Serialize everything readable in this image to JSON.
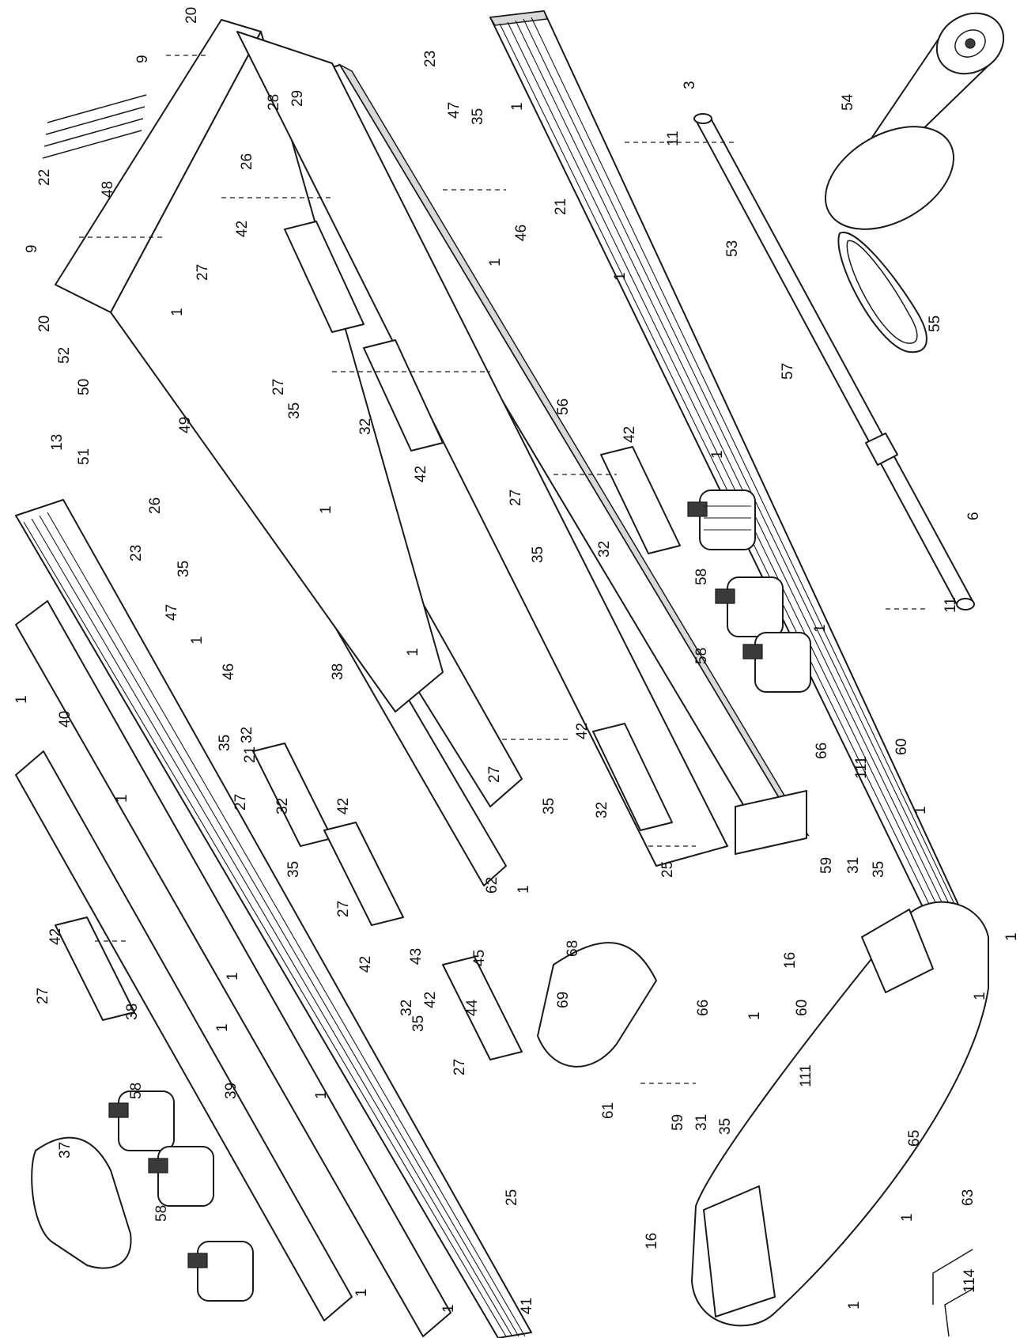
{
  "diagram": {
    "type": "exploded-parts-view",
    "colors": {
      "line": "#1a1a1a",
      "background": "#ffffff",
      "shade": "#d9d9d9"
    },
    "callouts": [
      {
        "id": "c1",
        "text": "20"
      },
      {
        "id": "c2",
        "text": "9"
      },
      {
        "id": "c3",
        "text": "23"
      },
      {
        "id": "c4",
        "text": "28"
      },
      {
        "id": "c5",
        "text": "29"
      },
      {
        "id": "c6",
        "text": "47"
      },
      {
        "id": "c7",
        "text": "35"
      },
      {
        "id": "c8",
        "text": "1"
      },
      {
        "id": "c9",
        "text": "3"
      },
      {
        "id": "c10",
        "text": "54"
      },
      {
        "id": "c11",
        "text": "11"
      },
      {
        "id": "c12",
        "text": "26"
      },
      {
        "id": "c13",
        "text": "48"
      },
      {
        "id": "c14",
        "text": "22"
      },
      {
        "id": "c15",
        "text": "9"
      },
      {
        "id": "c16",
        "text": "42"
      },
      {
        "id": "c17",
        "text": "21"
      },
      {
        "id": "c18",
        "text": "46"
      },
      {
        "id": "c19",
        "text": "1"
      },
      {
        "id": "c20",
        "text": "27"
      },
      {
        "id": "c21",
        "text": "1"
      },
      {
        "id": "c22",
        "text": "53"
      },
      {
        "id": "c23",
        "text": "20"
      },
      {
        "id": "c24",
        "text": "52"
      },
      {
        "id": "c25",
        "text": "1"
      },
      {
        "id": "c26",
        "text": "55"
      },
      {
        "id": "c27",
        "text": "27"
      },
      {
        "id": "c28",
        "text": "50"
      },
      {
        "id": "c29",
        "text": "57"
      },
      {
        "id": "c30",
        "text": "35"
      },
      {
        "id": "c31",
        "text": "32"
      },
      {
        "id": "c32",
        "text": "56"
      },
      {
        "id": "c33",
        "text": "13"
      },
      {
        "id": "c34",
        "text": "49"
      },
      {
        "id": "c35",
        "text": "51"
      },
      {
        "id": "c36",
        "text": "42"
      },
      {
        "id": "c37",
        "text": "42"
      },
      {
        "id": "c38",
        "text": "1"
      },
      {
        "id": "c39",
        "text": "26"
      },
      {
        "id": "c40",
        "text": "27"
      },
      {
        "id": "c41",
        "text": "1"
      },
      {
        "id": "c42",
        "text": "23"
      },
      {
        "id": "c43",
        "text": "35"
      },
      {
        "id": "c44",
        "text": "35"
      },
      {
        "id": "c45",
        "text": "32"
      },
      {
        "id": "c46",
        "text": "6"
      },
      {
        "id": "c47",
        "text": "47"
      },
      {
        "id": "c48",
        "text": "58"
      },
      {
        "id": "c49",
        "text": "1"
      },
      {
        "id": "c50",
        "text": "11"
      },
      {
        "id": "c51",
        "text": "58"
      },
      {
        "id": "c52",
        "text": "1"
      },
      {
        "id": "c53",
        "text": "1"
      },
      {
        "id": "c54",
        "text": "38"
      },
      {
        "id": "c55",
        "text": "46"
      },
      {
        "id": "c56",
        "text": "1"
      },
      {
        "id": "c57",
        "text": "40"
      },
      {
        "id": "c58",
        "text": "35"
      },
      {
        "id": "c59",
        "text": "32"
      },
      {
        "id": "c60",
        "text": "21"
      },
      {
        "id": "c61",
        "text": "42"
      },
      {
        "id": "c62",
        "text": "111"
      },
      {
        "id": "c63",
        "text": "60"
      },
      {
        "id": "c64",
        "text": "66"
      },
      {
        "id": "c65",
        "text": "27"
      },
      {
        "id": "c66",
        "text": "1"
      },
      {
        "id": "c67",
        "text": "27"
      },
      {
        "id": "c68",
        "text": "32"
      },
      {
        "id": "c69",
        "text": "42"
      },
      {
        "id": "c70",
        "text": "35"
      },
      {
        "id": "c71",
        "text": "32"
      },
      {
        "id": "c72",
        "text": "1"
      },
      {
        "id": "c73",
        "text": "25"
      },
      {
        "id": "c74",
        "text": "59"
      },
      {
        "id": "c75",
        "text": "31"
      },
      {
        "id": "c76",
        "text": "35"
      },
      {
        "id": "c77",
        "text": "35"
      },
      {
        "id": "c78",
        "text": "62"
      },
      {
        "id": "c79",
        "text": "1"
      },
      {
        "id": "c80",
        "text": "27"
      },
      {
        "id": "c81",
        "text": "42"
      },
      {
        "id": "c82",
        "text": "1"
      },
      {
        "id": "c83",
        "text": "42"
      },
      {
        "id": "c84",
        "text": "68"
      },
      {
        "id": "c85",
        "text": "43"
      },
      {
        "id": "c86",
        "text": "45"
      },
      {
        "id": "c87",
        "text": "16"
      },
      {
        "id": "c88",
        "text": "1"
      },
      {
        "id": "c89",
        "text": "27"
      },
      {
        "id": "c90",
        "text": "1"
      },
      {
        "id": "c91",
        "text": "38"
      },
      {
        "id": "c92",
        "text": "44"
      },
      {
        "id": "c93",
        "text": "69"
      },
      {
        "id": "c94",
        "text": "32"
      },
      {
        "id": "c95",
        "text": "35"
      },
      {
        "id": "c96",
        "text": "42"
      },
      {
        "id": "c97",
        "text": "60"
      },
      {
        "id": "c98",
        "text": "66"
      },
      {
        "id": "c99",
        "text": "1"
      },
      {
        "id": "c100",
        "text": "1"
      },
      {
        "id": "c101",
        "text": "58"
      },
      {
        "id": "c102",
        "text": "39"
      },
      {
        "id": "c103",
        "text": "1"
      },
      {
        "id": "c104",
        "text": "27"
      },
      {
        "id": "c105",
        "text": "111"
      },
      {
        "id": "c106",
        "text": "37"
      },
      {
        "id": "c107",
        "text": "61"
      },
      {
        "id": "c108",
        "text": "59"
      },
      {
        "id": "c109",
        "text": "31"
      },
      {
        "id": "c110",
        "text": "35"
      },
      {
        "id": "c111",
        "text": "65"
      },
      {
        "id": "c112",
        "text": "58"
      },
      {
        "id": "c113",
        "text": "25"
      },
      {
        "id": "c114",
        "text": "63"
      },
      {
        "id": "c115",
        "text": "1"
      },
      {
        "id": "c116",
        "text": "16"
      },
      {
        "id": "c117",
        "text": "114"
      },
      {
        "id": "c118",
        "text": "1"
      },
      {
        "id": "c119",
        "text": "1"
      },
      {
        "id": "c120",
        "text": "41"
      },
      {
        "id": "c121",
        "text": "1"
      }
    ]
  }
}
